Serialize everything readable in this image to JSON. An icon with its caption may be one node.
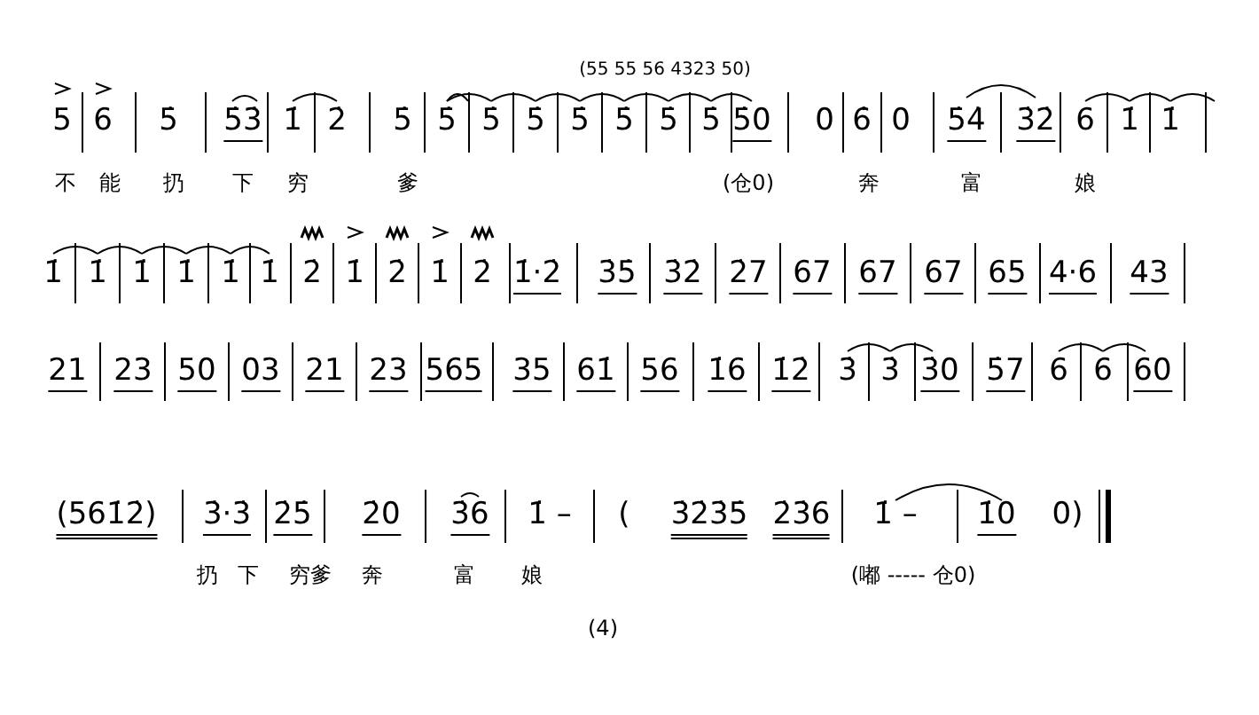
{
  "diagram": {
    "labels": [
      "(55 55 56 4323 50)",
      "5",
      "6",
      "5̇",
      "5̇3̇",
      "1̇",
      "2̇",
      "5̇",
      "5̇",
      "5̇",
      "5̇",
      "5̇",
      "5̇",
      "5̇",
      "5̇",
      "5̇0",
      "0",
      "6̇",
      "0",
      "5̇4̇",
      "3̇2̇",
      "6",
      "1̇",
      "1̇",
      "不",
      "能",
      "扔",
      "下",
      "穷",
      "爹",
      "(仓0)",
      "奔",
      "富",
      "娘",
      "1̇",
      "1̇",
      "1̇",
      "1̇",
      "1̇",
      "1̇",
      "2̇",
      "1̇",
      "2̇",
      "1̇",
      "2̇",
      "1̇·2̇",
      "3̇5̇",
      "3̇2̇",
      "2̇7",
      "67",
      "67",
      "67",
      "65",
      "4·6",
      "43",
      "21",
      "23",
      "50",
      "03",
      "21",
      "23",
      "565",
      "35",
      "61̇",
      "56",
      "1̇6",
      "1̇2̇",
      "3̇",
      "3̇",
      "3̇0",
      "5̇7",
      "6",
      "6",
      "60",
      "(561̇2̇)",
      "3̇·3̇",
      "2̇5̇",
      "2̇0",
      "3̇6",
      "1̇ –",
      "(",
      "3̇2̇3̇5̇",
      "2̇3̇6",
      "1̇ –",
      "1̇0",
      "0)",
      "扔",
      "下",
      "穷爹",
      "奔",
      "富",
      "娘",
      "(嘟 ----- 仓0)",
      "(4)"
    ]
  }
}
